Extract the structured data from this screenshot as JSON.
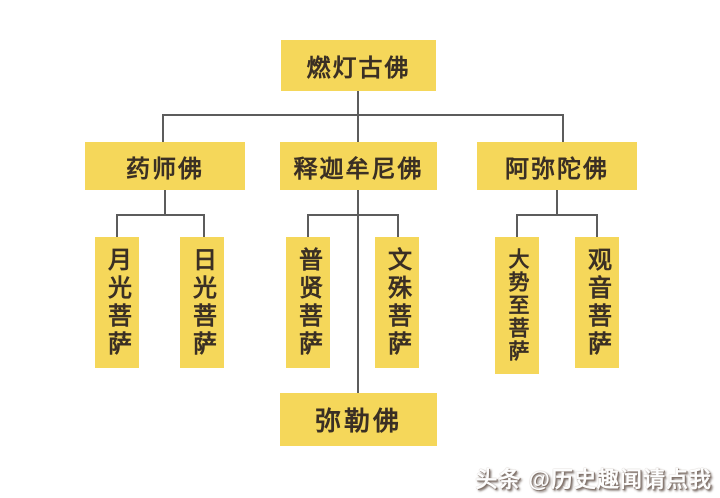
{
  "page": {
    "background": "#FFFFFF"
  },
  "colors": {
    "box_fill": "#F5D75A",
    "box_text": "#3A2F24",
    "line": "#5C5C5C",
    "watermark_fill": "#FDFDFD",
    "watermark_shadow": "#84766E"
  },
  "tree": {
    "root": {
      "label": "燃灯古佛"
    },
    "generation2": [
      {
        "id": "yaoshi-fo",
        "label": "药师佛"
      },
      {
        "id": "shijiamouni-fo",
        "label": "释迦牟尼佛"
      },
      {
        "id": "amituo-fo",
        "label": "阿弥陀佛"
      }
    ],
    "generation3": [
      {
        "id": "yueguang-pusa",
        "label": "月光菩萨",
        "parent": "药师佛"
      },
      {
        "id": "riguang-pusa",
        "label": "日光菩萨",
        "parent": "药师佛"
      },
      {
        "id": "puxian-pusa",
        "label": "普贤菩萨",
        "parent": "释迦牟尼佛"
      },
      {
        "id": "wenshu-pusa",
        "label": "文殊菩萨",
        "parent": "释迦牟尼佛"
      },
      {
        "id": "dashizhi-pusa",
        "label": "大势至菩萨",
        "parent": "阿弥陀佛"
      },
      {
        "id": "guanyin-pusa",
        "label": "观音菩萨",
        "parent": "阿弥陀佛"
      }
    ],
    "successor": {
      "label": "弥勒佛",
      "parent": "释迦牟尼佛"
    }
  },
  "watermark": {
    "text": "头条 @历史趣闻请点我"
  }
}
